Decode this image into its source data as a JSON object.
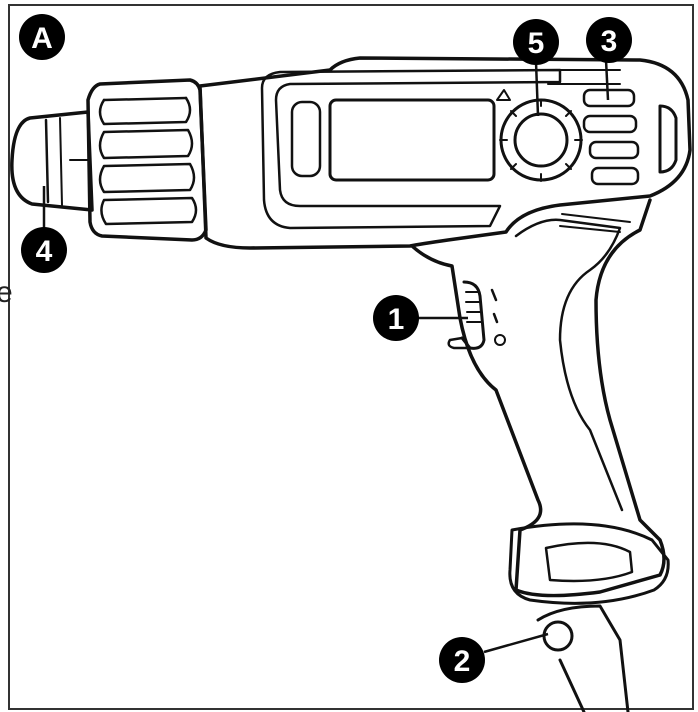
{
  "figure": {
    "panel_label": "A",
    "stray_text": "e",
    "callouts": [
      {
        "number": "1"
      },
      {
        "number": "2"
      },
      {
        "number": "3"
      },
      {
        "number": "4"
      },
      {
        "number": "5"
      }
    ]
  },
  "colors": {
    "ink": "#111111",
    "badge": "#000000",
    "badge_text": "#ffffff",
    "background": "#ffffff"
  }
}
